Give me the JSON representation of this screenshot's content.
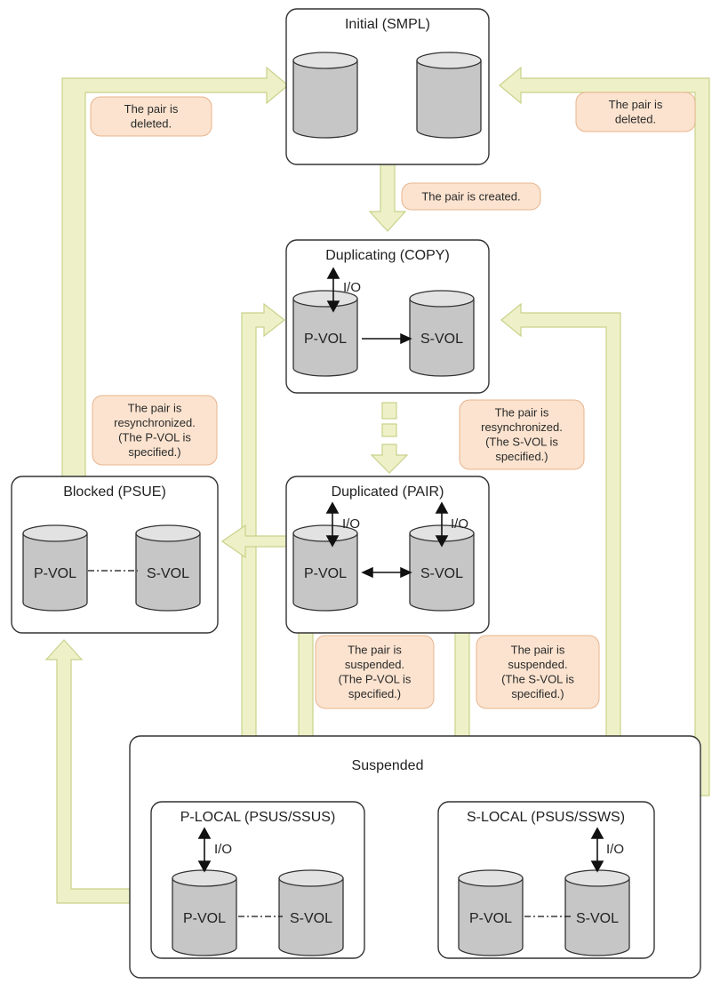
{
  "states": {
    "initial": "Initial (SMPL)",
    "duplicating": "Duplicating (COPY)",
    "duplicated": "Duplicated (PAIR)",
    "blocked": "Blocked (PSUE)",
    "suspended": "Suspended",
    "p_local": "P-LOCAL (PSUS/SSUS)",
    "s_local": "S-LOCAL (PSUS/SSWS)"
  },
  "volumes": {
    "primary": "P-VOL",
    "secondary": "S-VOL"
  },
  "io_label": "I/O",
  "transitions": {
    "deleted_left": [
      "The pair is",
      "deleted."
    ],
    "deleted_right": [
      "The pair is",
      "deleted."
    ],
    "created": [
      "The pair is created."
    ],
    "resync_pvol": [
      "The pair is",
      "resynchronized.",
      "(The P-VOL is",
      "specified.)"
    ],
    "resync_svol": [
      "The pair is",
      "resynchronized.",
      "(The S-VOL is",
      "specified.)"
    ],
    "suspend_pvol": [
      "The pair is",
      "suspended.",
      "(The P-VOL is",
      "specified.)"
    ],
    "suspend_svol": [
      "The pair is",
      "suspended.",
      "(The S-VOL is",
      "specified.)"
    ]
  },
  "colors": {
    "arrow_fill": "#eef1c8",
    "arrow_stroke": "#c9d18a",
    "label_fill": "#fbe3cf",
    "label_stroke": "#e8b48e",
    "cylinder_fill": "#c6c6c6",
    "cylinder_top": "#e2e2e2",
    "box_stroke": "#333333"
  }
}
